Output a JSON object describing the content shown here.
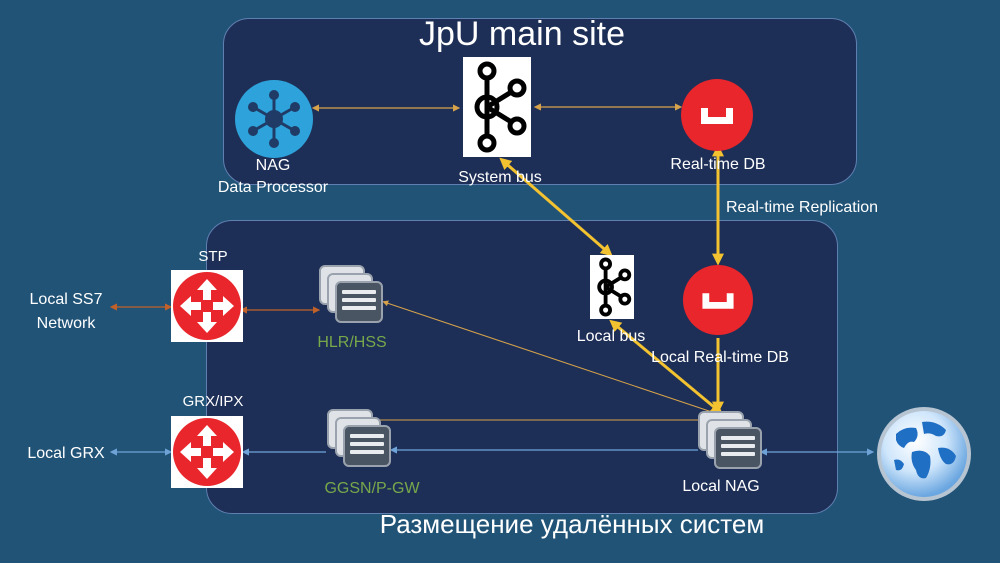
{
  "main_site": {
    "title": "JpU main site"
  },
  "remote_site": {
    "title": "Размещение удалённых систем"
  },
  "nodes": {
    "nag_processor": [
      "NAG",
      "Data Processor"
    ],
    "system_bus": "System bus",
    "realtime_db": "Real-time DB",
    "replication": "Real-time Replication",
    "stp": "STP",
    "grx_ipx": "GRX/IPX",
    "local_ss7": [
      "Local SS7",
      "Network"
    ],
    "local_grx": "Local GRX",
    "hlr_hss": "HLR/HSS",
    "ggsn": "GGSN/P-GW",
    "local_bus": "Local bus",
    "local_db": "Local Real-time DB",
    "local_nag": "Local NAG"
  },
  "icons": {
    "hub": "hub-icon",
    "bus": "kafka-bus-icon",
    "db": "database-icon",
    "router": "router-icon",
    "server": "server-stack-icon",
    "globe": "globe-icon"
  },
  "colors": {
    "background": "#215377",
    "panel": "#1e2f57",
    "panel_border": "#5f7fb0",
    "bus_link": "#f2c230",
    "ss7_link": "#c0612a",
    "ip_link": "#6fa3d8",
    "signal_link": "#d6a34a",
    "router_red": "#e8262c",
    "server_green": "#77a84a"
  }
}
